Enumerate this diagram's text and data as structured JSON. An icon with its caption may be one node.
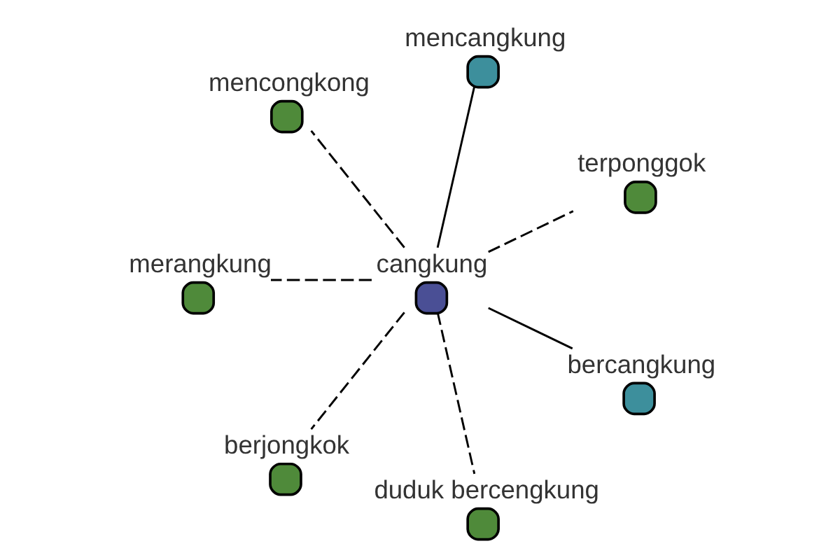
{
  "diagram": {
    "nodes": [
      {
        "text": [
          "cangkung"
        ]
      },
      {
        "text": [
          "terponggok"
        ]
      },
      {
        "text": [
          "mencangkung"
        ]
      },
      {
        "text": [
          "mencongkong"
        ]
      },
      {
        "text": [
          "merangkung"
        ]
      },
      {
        "text": [
          "berjongkok"
        ]
      },
      {
        "text": [
          "duduk bercengkung"
        ]
      },
      {
        "text": [
          "bercangkung"
        ]
      }
    ],
    "edges": [
      {
        "from": 0,
        "to": 1,
        "arrow": "none",
        "style": "dashed"
      },
      {
        "from": 0,
        "to": 2,
        "arrow": "none"
      },
      {
        "from": 0,
        "to": 3,
        "arrow": "none",
        "style": "dashed"
      },
      {
        "from": 0,
        "to": 4,
        "arrow": "none",
        "style": "dashed"
      },
      {
        "from": 0,
        "to": 5,
        "arrow": "none",
        "style": "dashed"
      },
      {
        "from": 0,
        "to": 6,
        "arrow": "none",
        "style": "dashed"
      },
      {
        "from": 0,
        "to": 7,
        "arrow": "none"
      }
    ]
  }
}
